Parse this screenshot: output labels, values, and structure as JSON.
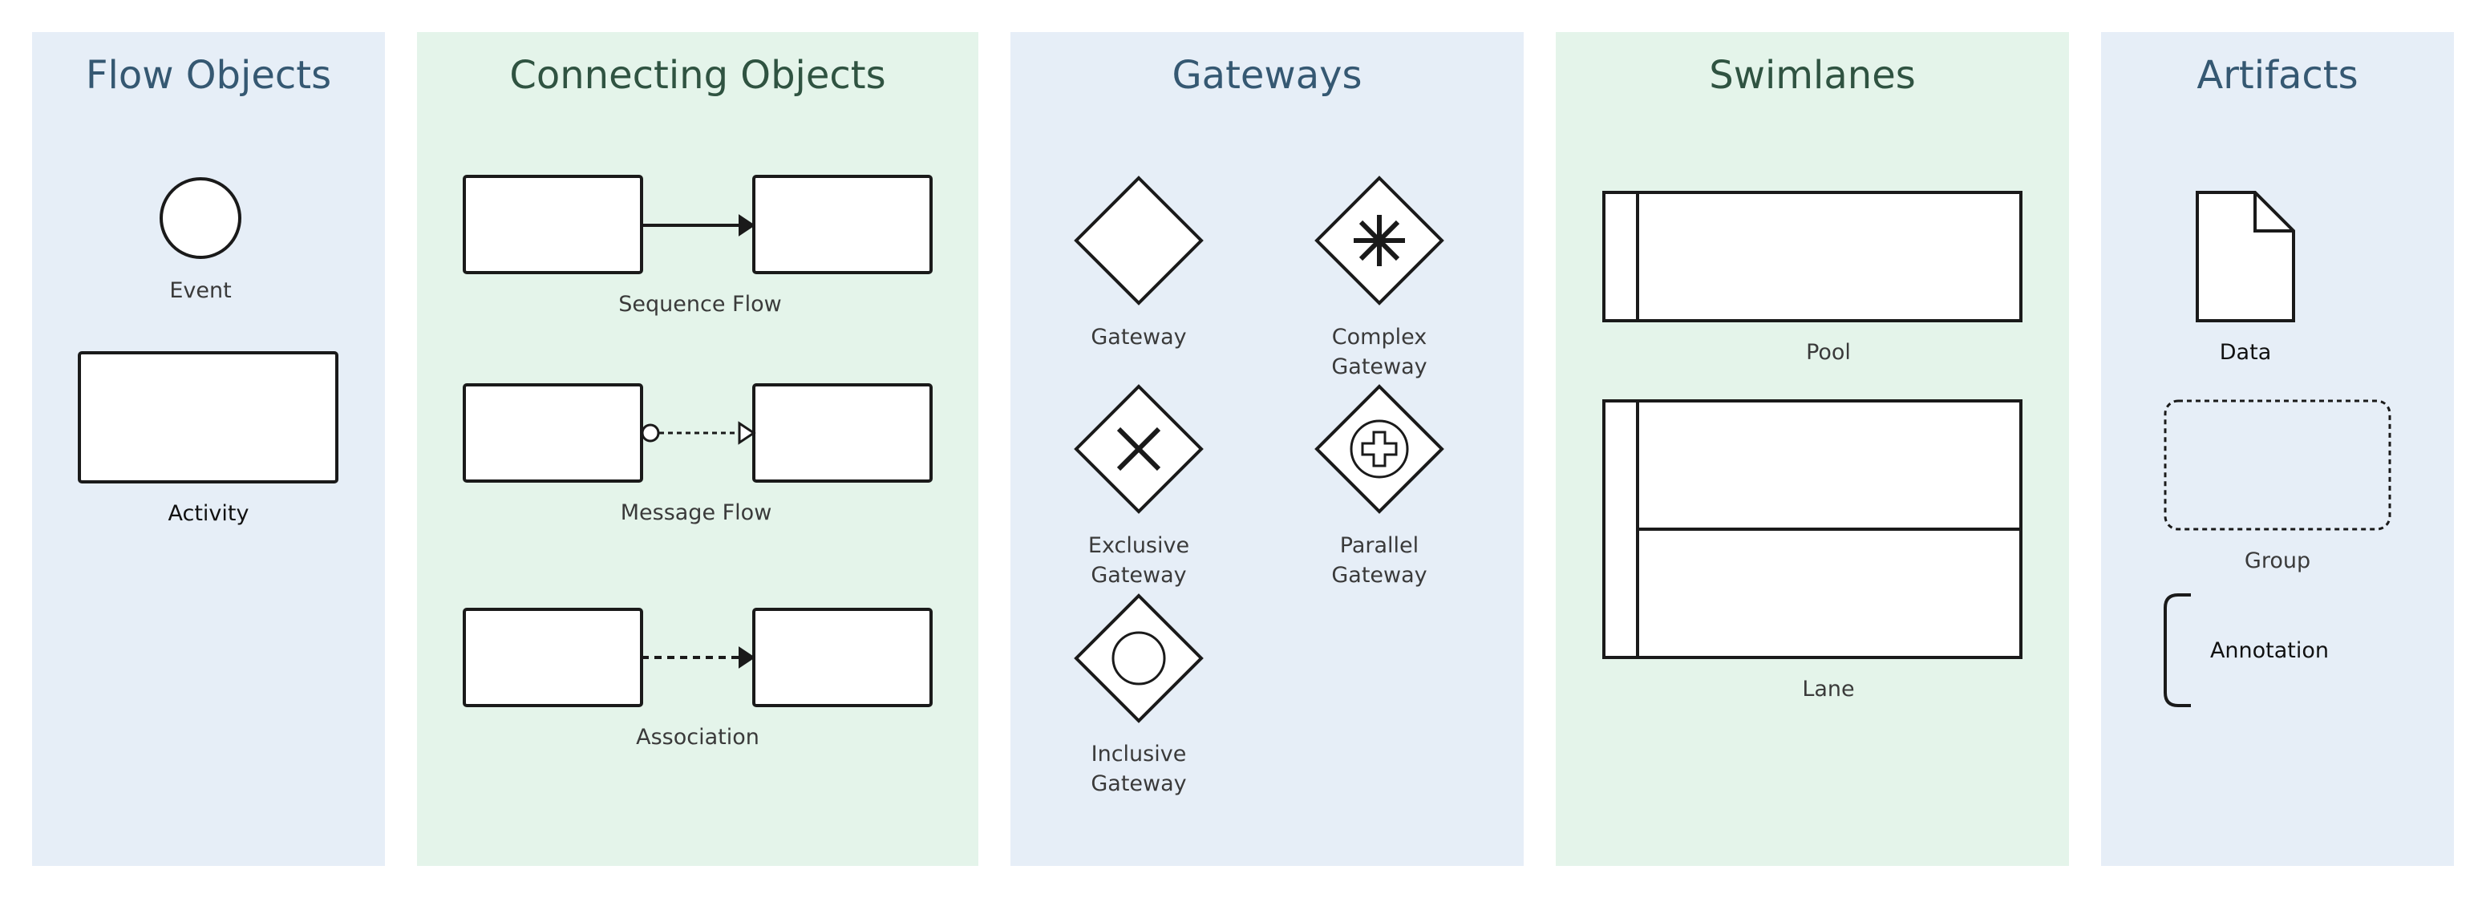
{
  "sections": {
    "flow_objects": {
      "title": "Flow Objects",
      "event_label": "Event",
      "activity_label": "Activity"
    },
    "connecting_objects": {
      "title": "Connecting Objects",
      "sequence_flow_label": "Sequence Flow",
      "message_flow_label": "Message Flow",
      "association_label": "Association"
    },
    "gateways": {
      "title": "Gateways",
      "gateway_label": "Gateway",
      "complex_label": [
        "Complex",
        "Gateway"
      ],
      "exclusive_label": [
        "Exclusive",
        "Gateway"
      ],
      "parallel_label": [
        "Parallel",
        "Gateway"
      ],
      "inclusive_label": [
        "Inclusive",
        "Gateway"
      ]
    },
    "swimlanes": {
      "title": "Swimlanes",
      "pool_label": "Pool",
      "lane_label": "Lane"
    },
    "artifacts": {
      "title": "Artifacts",
      "data_label": "Data",
      "group_label": "Group",
      "annotation_label": "Annotation"
    }
  },
  "colors": {
    "panel_blue": "#e6eef7",
    "panel_green": "#e4f4ea",
    "title_blue": "#355872",
    "title_green": "#2f5341",
    "stroke": "#1a1a1a"
  },
  "icons": [
    "gateway-diamond",
    "complex-asterisk-icon",
    "exclusive-x-icon",
    "parallel-plus-icon",
    "inclusive-circle-icon",
    "data-document-icon",
    "annotation-bracket-icon"
  ]
}
